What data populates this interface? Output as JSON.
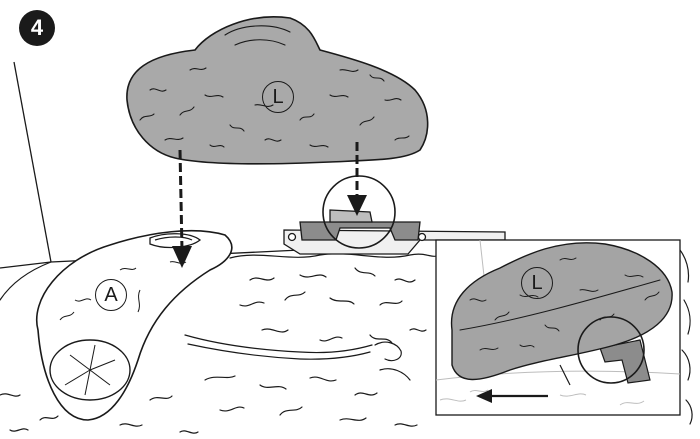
{
  "step": {
    "number": "4"
  },
  "callouts": {
    "top_rock": "L",
    "left_rock": "A",
    "inset_rock": "L"
  },
  "colors": {
    "rock_fill": "#a9a9a9",
    "rock_fill_inset": "#a4a4a4",
    "bracket_fill": "#8c8c8c",
    "line": "#1a1a1a",
    "badge": "#1a1a1a"
  },
  "icons": [
    "down-arrow-icon",
    "left-arrow-icon",
    "focus-circle-icon"
  ]
}
